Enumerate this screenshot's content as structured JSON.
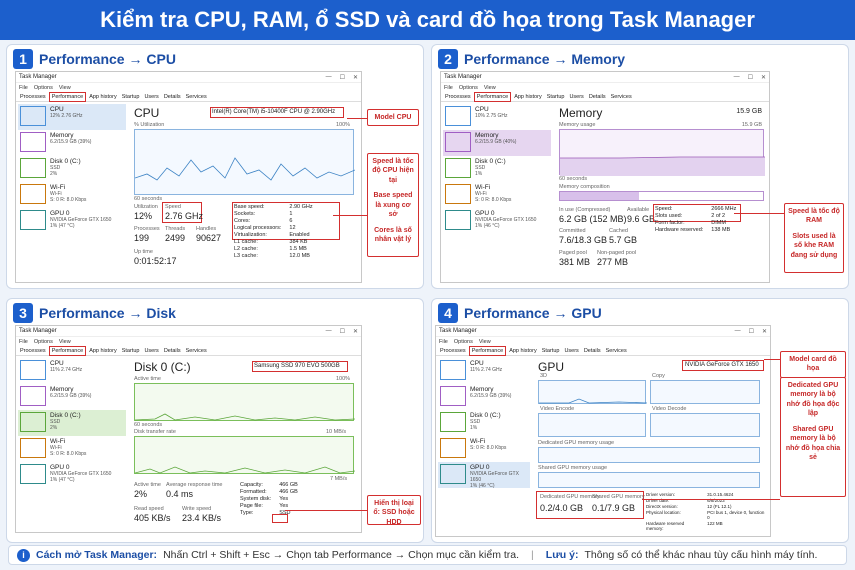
{
  "banner": "Kiểm tra CPU, RAM, ổ SSD và card đồ họa trong Task Manager",
  "window": {
    "title": "Task Manager",
    "menu": [
      "File",
      "Options",
      "View"
    ],
    "tabs": [
      "Processes",
      "Performance",
      "App history",
      "Startup",
      "Users",
      "Details",
      "Services"
    ]
  },
  "sidebar": {
    "cpu": {
      "name": "CPU",
      "a": "12%  2.76 GHz",
      "a3": "11%  2.74 GHz",
      "a4": "11%  2.74 GHz",
      "a2": "10%  2.75 GHz"
    },
    "memory": {
      "name": "Memory",
      "a": "6.2/15.9 GB (39%)",
      "a2": "6.2/15.9 GB (40%)"
    },
    "disk": {
      "name": "Disk 0 (C:)",
      "b": "SSD",
      "c": "2%",
      "c2": "1%"
    },
    "wifi": {
      "name": "Wi-Fi",
      "b": "Wi-Fi",
      "c": "S: 0  R: 8.0 Kbps"
    },
    "gpu": {
      "name": "GPU 0",
      "b": "NVIDIA GeForce GTX 1650",
      "c": "1% (47 °C)",
      "c2": "1% (46 °C)"
    }
  },
  "p1": {
    "num": "1",
    "title": "Performance → CPU",
    "heading": "CPU",
    "model": "Intel(R) Core(TM) i5-10400F CPU @ 2.90GHz",
    "util_label": "% Utilization",
    "time_label": "60 seconds",
    "pct": "100%",
    "zero": "0",
    "utilization_label": "Utilization",
    "utilization": "12%",
    "speed_label": "Speed",
    "speed": "2.76 GHz",
    "processes_label": "Processes",
    "processes": "199",
    "threads_label": "Threads",
    "threads": "2499",
    "handles_label": "Handles",
    "handles": "90627",
    "uptime_label": "Up time",
    "uptime": "0:01:52:17",
    "kv": [
      [
        "Base speed:",
        "2.90 GHz"
      ],
      [
        "Sockets:",
        "1"
      ],
      [
        "Cores:",
        "6"
      ],
      [
        "Logical processors:",
        "12"
      ],
      [
        "Virtualization:",
        "Enabled"
      ],
      [
        "L1 cache:",
        "384 KB"
      ],
      [
        "L2 cache:",
        "1.5 MB"
      ],
      [
        "L3 cache:",
        "12.0 MB"
      ]
    ],
    "note_model": "Model CPU",
    "note_speed": "Speed là tốc độ CPU hiện tại",
    "note_base": "Base speed là xung cơ sở",
    "note_cores": "Cores là số nhân vật lý"
  },
  "p2": {
    "num": "2",
    "title": "Performance → Memory",
    "heading": "Memory",
    "total": "15.9 GB",
    "usage_label": "Memory usage",
    "usage_max": "15.9 GB",
    "time_label": "60 seconds",
    "comp_label": "Memory composition",
    "inuse_label": "In use (Compressed)",
    "inuse": "6.2 GB (152 MB)",
    "avail_label": "Available",
    "avail": "9.6 GB",
    "commit_label": "Committed",
    "commit": "7.6/18.3 GB",
    "cached_label": "Cached",
    "cached": "5.7 GB",
    "paged_label": "Paged pool",
    "paged": "381 MB",
    "nonpaged_label": "Non-paged pool",
    "nonpaged": "277 MB",
    "kv": [
      [
        "Speed:",
        "2666 MHz"
      ],
      [
        "Slots used:",
        "2 of 2"
      ],
      [
        "Form factor:",
        "DIMM"
      ],
      [
        "Hardware reserved:",
        "138 MB"
      ]
    ],
    "note": "Speed là tốc độ RAM",
    "note2": "Slots used là số khe RAM đang sử dụng"
  },
  "p3": {
    "num": "3",
    "title": "Performance → Disk",
    "heading": "Disk 0 (C:)",
    "model": "Samsung SSD 970 EVO 500GB",
    "active_label": "Active time",
    "pct": "100%",
    "time_label": "60 seconds",
    "rate_label": "Disk transfer rate",
    "rate_max": "10 MB/s",
    "rate_mid": "7 MB/s",
    "active": "2%",
    "active_lbl": "Active time",
    "resp_label": "Average response time",
    "resp": "0.4 ms",
    "read_label": "Read speed",
    "read": "405 KB/s",
    "write_label": "Write speed",
    "write": "23.4 KB/s",
    "kv": [
      [
        "Capacity:",
        "466 GB"
      ],
      [
        "Formatted:",
        "466 GB"
      ],
      [
        "System disk:",
        "Yes"
      ],
      [
        "Page file:",
        "Yes"
      ],
      [
        "Type:",
        "SSD"
      ]
    ],
    "note": "Hiển thị loại ổ: SSD hoặc HDD"
  },
  "p4": {
    "num": "4",
    "title": "Performance → GPU",
    "heading": "GPU",
    "model": "NVIDIA GeForce GTX 1650",
    "e1": "3D",
    "e2": "Copy",
    "e3": "Video Encode",
    "e4": "Video Decode",
    "ded_label": "Dedicated GPU memory usage",
    "sh_label": "Shared GPU memory usage",
    "ded_box_label": "Dedicated GPU memory",
    "ded": "0.2/4.0 GB",
    "sh_box_label": "Shared GPU memory",
    "sh": "0.1/7.9 GB",
    "kv": [
      [
        "Driver version:",
        "31.0.15.4624"
      ],
      [
        "Driver date:",
        "6/8/2023"
      ],
      [
        "DirectX version:",
        "12 (FL 12.1)"
      ],
      [
        "Physical location:",
        "PCI bus 1, device 0, function 0"
      ],
      [
        "Hardware reserved memory:",
        "122 MB"
      ]
    ],
    "note_model": "Model card đồ họa",
    "note_ded": "Dedicated GPU memory là bộ nhớ đồ họa độc lập",
    "note_sh": "Shared GPU memory là bộ nhớ đồ họa chia sẻ"
  },
  "footer": {
    "label": "Cách mở Task Manager:",
    "text": "Nhấn Ctrl + Shift + Esc → Chọn tab Performance → Chọn mục cần kiểm tra.",
    "sep": "|",
    "note_label": "Lưu ý:",
    "note": "Thông số có thể khác nhau tùy cấu hình máy tính."
  }
}
